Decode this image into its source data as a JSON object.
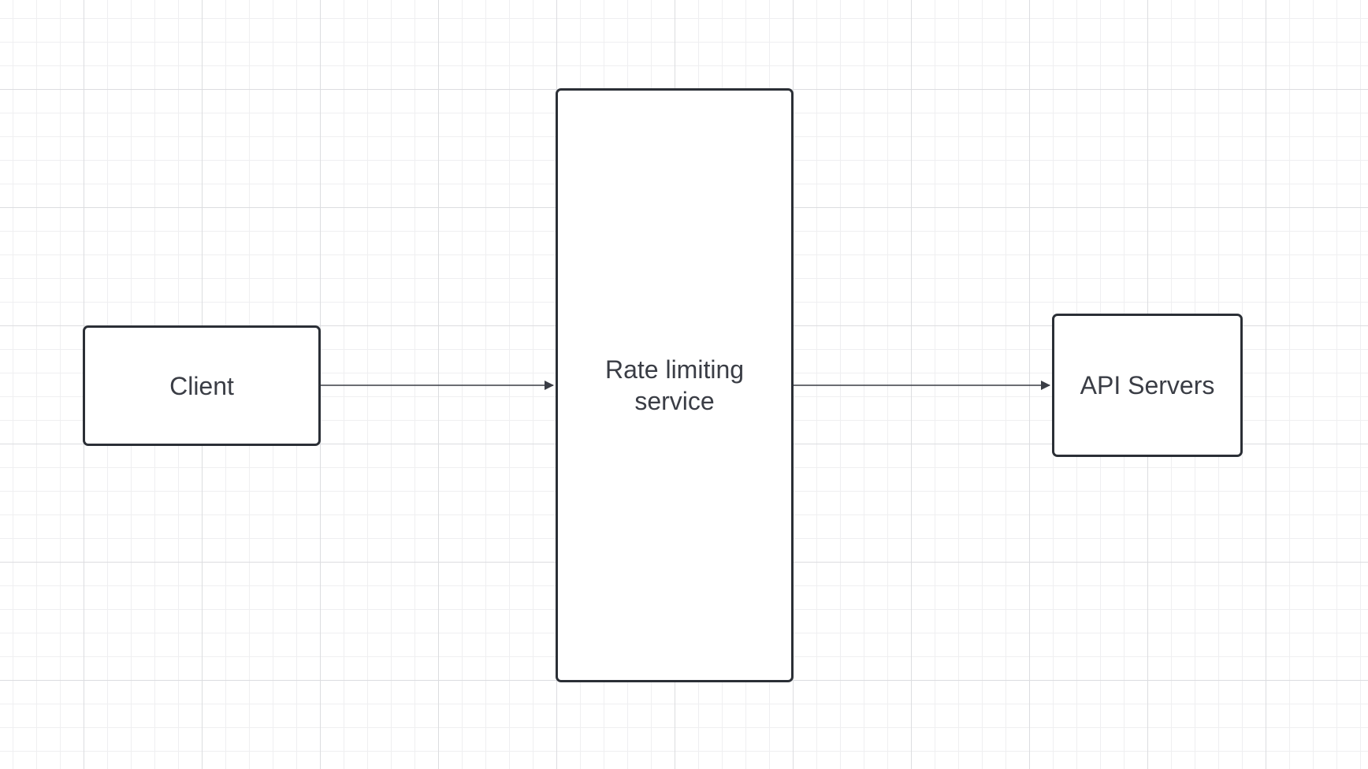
{
  "diagram": {
    "nodes": [
      {
        "id": "client",
        "label": "Client"
      },
      {
        "id": "rate_limiter",
        "label": "Rate limiting\nservice"
      },
      {
        "id": "api_servers",
        "label": "API Servers"
      }
    ],
    "edges": [
      {
        "from": "client",
        "to": "rate_limiter",
        "arrow": "end"
      },
      {
        "from": "rate_limiter",
        "to": "api_servers",
        "arrow": "end"
      }
    ],
    "colors": {
      "background": "#ffffff",
      "grid_major": "#dcdde0",
      "grid_minor": "#efeff1",
      "node_border": "#2b2f36",
      "node_text": "#3a3d45",
      "connector": "#3a3d45"
    }
  }
}
